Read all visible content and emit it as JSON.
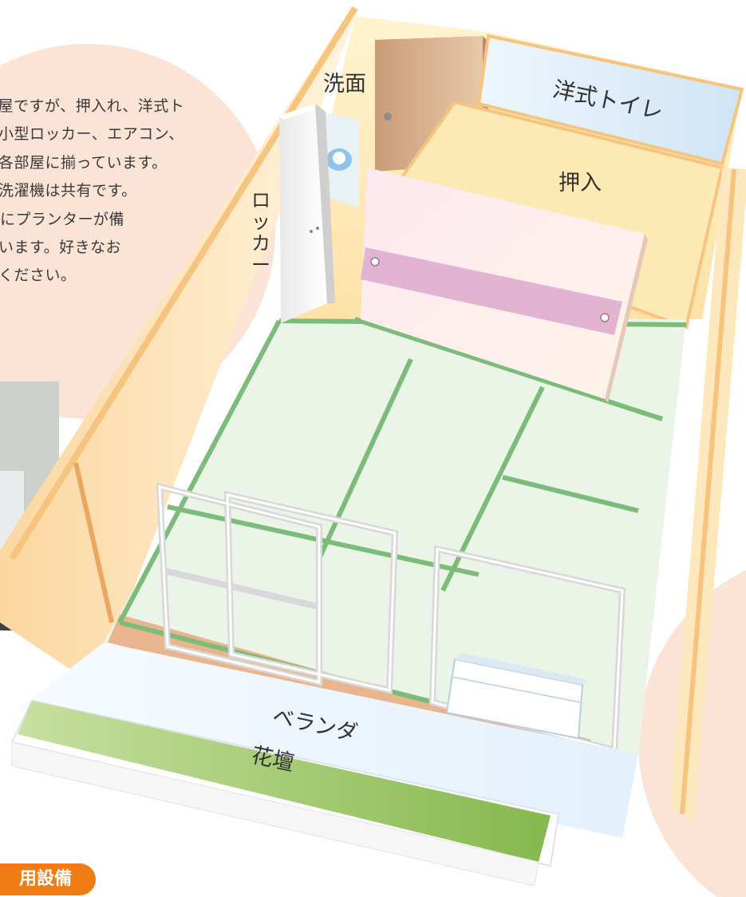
{
  "description_lines": [
    "部屋ですが、押入れ、洋式ト",
    "小型ロッカー、エアコン、",
    "各部屋に揃っています。",
    "洗濯機は共有です。",
    "にプランターが備",
    "います。好きなお",
    "ください。"
  ],
  "room_labels": {
    "washroom": "洗面",
    "toilet": "洋式トイレ",
    "closet": "押入",
    "locker": [
      "ロ",
      "ッ",
      "カ",
      "ー"
    ],
    "veranda": "ベランダ",
    "flowerbed": "花壇"
  },
  "section_badge": "用設備",
  "colors": {
    "blob": "#fbe3d6",
    "wall": "#fde7bc",
    "wall_edge": "#f6c47f",
    "tatami": "#eaf4e7",
    "tatami_border": "#7dbb7a",
    "closet_door": "#fcecef",
    "closet_stripe": "#e2b4d2",
    "toilet_bg": "#dcecf8",
    "bed_green": "#98c264",
    "badge": "#ee7d15"
  }
}
